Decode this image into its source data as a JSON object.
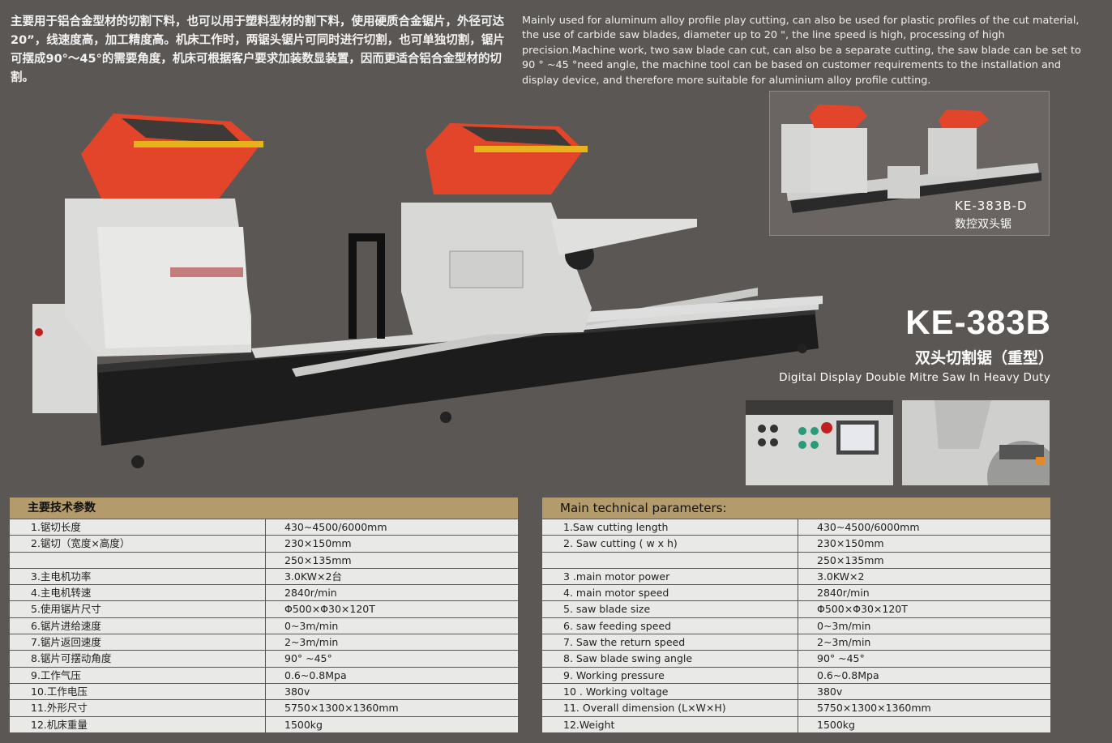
{
  "description": {
    "chinese": "主要用于铝合金型材的切割下料，也可以用于塑料型材的割下料，使用硬质合金锯片，外径可达20”，线速度高，加工精度高。机床工作时，两锯头锯片可同时进行切割，也可单独切割，锯片可摆成90°～45°的需要角度，机床可根据客户要求加装数显装置，因而更适合铝合金型材的切割。",
    "english": "Mainly used for aluminum alloy profile play cutting, can also be used for plastic profiles of the cut material, the use of carbide saw blades, diameter up to 20 \", the line speed is high, processing of high precision.Machine work, two saw blade can cut, can also be a separate cutting, the saw blade can be set to 90 ° ~45 °need angle, the machine tool can be based on customer requirements to the installation and display device, and therefore more suitable for aluminium alloy profile cutting."
  },
  "inset": {
    "model": "KE-383B-D",
    "name_cn": "数控双头锯"
  },
  "product": {
    "model": "KE-383B",
    "name_cn": "双头切割锯（重型）",
    "name_en": "Digital Display Double Mitre Saw In Heavy Duty"
  },
  "colors": {
    "background": "#5b5754",
    "table_header": "#b39b6b",
    "table_cell": "#e9e9e7",
    "machine_orange": "#e2452a"
  },
  "spec_cn": {
    "title": "主要技术参数",
    "rows": [
      {
        "label": "1.锯切长度",
        "value": "430~4500/6000mm"
      },
      {
        "label": "2.锯切（宽度×高度）",
        "value": "230×150mm"
      },
      {
        "label": "",
        "value": "250×135mm"
      },
      {
        "label": "3.主电机功率",
        "value": "3.0KW×2台"
      },
      {
        "label": "4.主电机转速",
        "value": "2840r/min"
      },
      {
        "label": "5.使用锯片尺寸",
        "value": "Φ500×Φ30×120T"
      },
      {
        "label": "6.锯片进给速度",
        "value": "0~3m/min"
      },
      {
        "label": "7.锯片返回速度",
        "value": "2~3m/min"
      },
      {
        "label": "8.锯片可摆动角度",
        "value": "90° ~45°"
      },
      {
        "label": "9.工作气压",
        "value": "0.6~0.8Mpa"
      },
      {
        "label": "10.工作电压",
        "value": "380v"
      },
      {
        "label": "11.外形尺寸",
        "value": "5750×1300×1360mm"
      },
      {
        "label": "12.机床重量",
        "value": "1500kg"
      }
    ]
  },
  "spec_en": {
    "title": "Main technical parameters:",
    "rows": [
      {
        "label": "1.Saw cutting length",
        "value": "430~4500/6000mm"
      },
      {
        "label": "2. Saw cutting ( w x h)",
        "value": "230×150mm"
      },
      {
        "label": "",
        "value": "250×135mm"
      },
      {
        "label": "3 .main motor power",
        "value": "3.0KW×2"
      },
      {
        "label": "4. main motor speed",
        "value": "2840r/min"
      },
      {
        "label": "5. saw blade size",
        "value": "Φ500×Φ30×120T"
      },
      {
        "label": "6. saw feeding speed",
        "value": "0~3m/min"
      },
      {
        "label": "7. Saw the return speed",
        "value": "2~3m/min"
      },
      {
        "label": "8. Saw blade swing angle",
        "value": "90° ~45°"
      },
      {
        "label": "9. Working pressure",
        "value": "0.6~0.8Mpa"
      },
      {
        "label": "10 . Working voltage",
        "value": "380v"
      },
      {
        "label": "11. Overall dimension (L×W×H)",
        "value": "5750×1300×1360mm"
      },
      {
        "label": "12.Weight",
        "value": "1500kg"
      }
    ]
  }
}
